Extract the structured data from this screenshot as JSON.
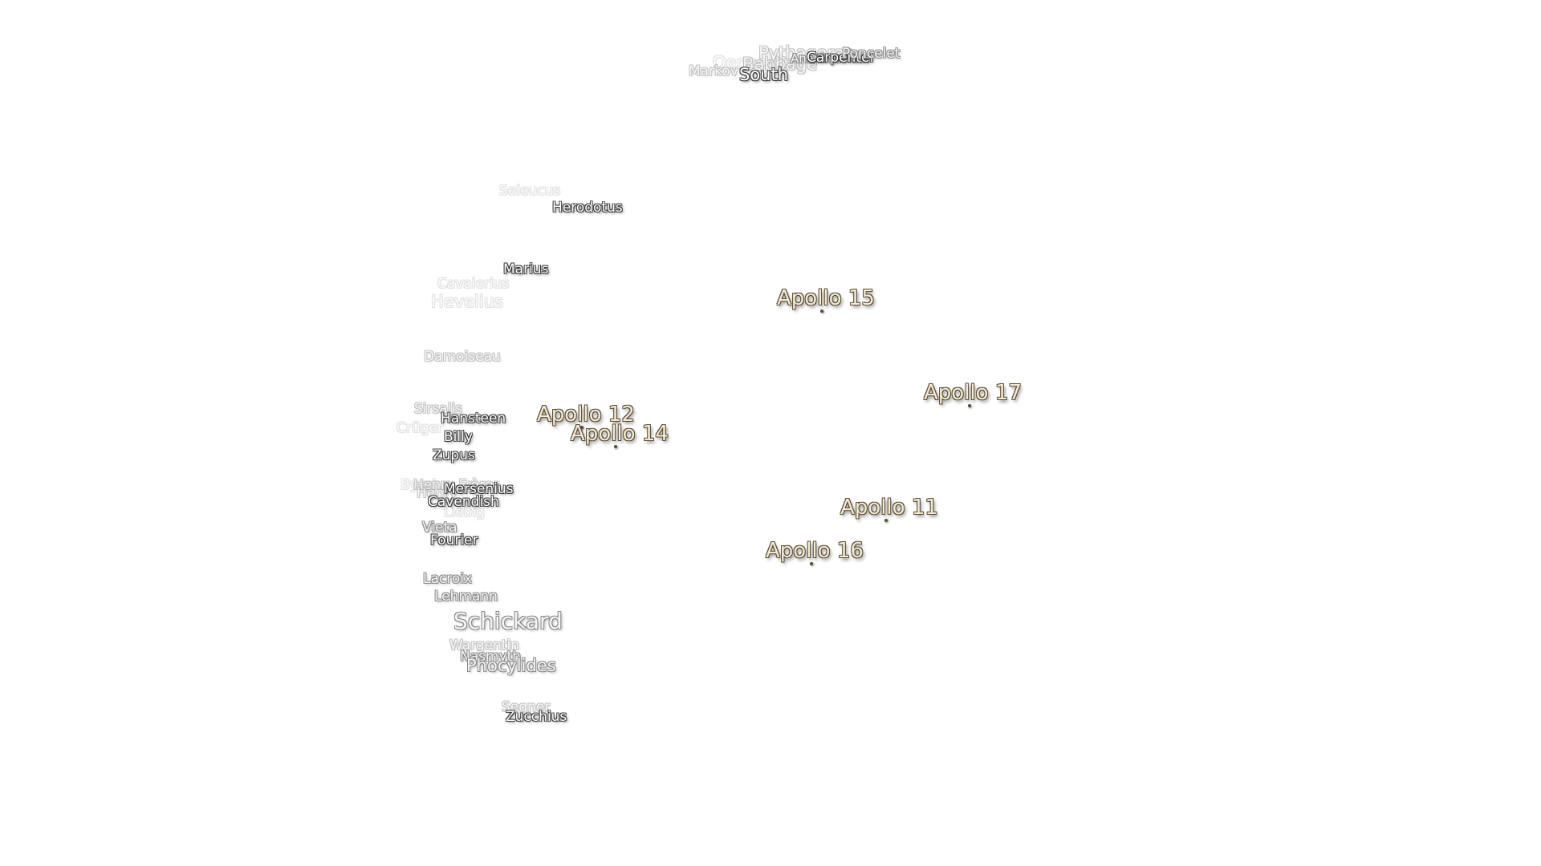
{
  "craters": [
    {
      "id": "pythagoras",
      "label": "Pythagoras",
      "fade": "f2"
    },
    {
      "id": "oenopides",
      "label": "Oenopides",
      "fade": "f3"
    },
    {
      "id": "babbage",
      "label": "Babbage",
      "fade": "f2"
    },
    {
      "id": "markov",
      "label": "Markov",
      "fade": "f2"
    },
    {
      "id": "south",
      "label": "South",
      "fade": ""
    },
    {
      "id": "anaximander",
      "label": "Anaximander",
      "fade": "f1"
    },
    {
      "id": "carpenter",
      "label": "Carpenter",
      "fade": ""
    },
    {
      "id": "poncelet",
      "label": "Poncelet",
      "fade": "f1"
    },
    {
      "id": "seleucus",
      "label": "Seleucus",
      "fade": "f3"
    },
    {
      "id": "herodotus",
      "label": "Herodotus",
      "fade": ""
    },
    {
      "id": "marius",
      "label": "Marius",
      "fade": ""
    },
    {
      "id": "cavalerius",
      "label": "Cavalerius",
      "fade": "f3"
    },
    {
      "id": "hevelius",
      "label": "Hevelius",
      "fade": "f3"
    },
    {
      "id": "damoiseau",
      "label": "Damoiseau",
      "fade": "f2"
    },
    {
      "id": "sirsalis",
      "label": "Sirsalis",
      "fade": "f2"
    },
    {
      "id": "hansteen",
      "label": "Hansteen",
      "fade": ""
    },
    {
      "id": "cruger",
      "label": "Crüger",
      "fade": "f3"
    },
    {
      "id": "billy",
      "label": "Billy",
      "fade": ""
    },
    {
      "id": "zupus",
      "label": "Zupus",
      "fade": ""
    },
    {
      "id": "byrgius",
      "label": "Byrgius",
      "fade": "f3"
    },
    {
      "id": "henry-freres",
      "label": "Henry Frères",
      "fade": "f2"
    },
    {
      "id": "henry",
      "label": "Henry",
      "fade": "f2"
    },
    {
      "id": "mersenius",
      "label": "Mersenius",
      "fade": ""
    },
    {
      "id": "cavendish",
      "label": "Cavendish",
      "fade": ""
    },
    {
      "id": "liebig",
      "label": "Liebig",
      "fade": "f3"
    },
    {
      "id": "vieta",
      "label": "Vieta",
      "fade": "f1"
    },
    {
      "id": "fourier",
      "label": "Fourier",
      "fade": ""
    },
    {
      "id": "lacroix",
      "label": "Lacroix",
      "fade": "f1"
    },
    {
      "id": "lehmann",
      "label": "Lehmann",
      "fade": "f1"
    },
    {
      "id": "schickard",
      "label": "Schickard",
      "fade": "f1"
    },
    {
      "id": "wargentin",
      "label": "Wargentin",
      "fade": "f2"
    },
    {
      "id": "nasmyth",
      "label": "Nasmyth",
      "fade": "f1"
    },
    {
      "id": "phocylides",
      "label": "Phocylides",
      "fade": "f1"
    },
    {
      "id": "segner",
      "label": "Segner",
      "fade": "f2"
    },
    {
      "id": "zucchius",
      "label": "Zucchius",
      "fade": ""
    }
  ],
  "apollo_sites": [
    {
      "id": "apollo-15",
      "label": "Apollo 15"
    },
    {
      "id": "apollo-17",
      "label": "Apollo 17"
    },
    {
      "id": "apollo-12",
      "label": "Apollo 12"
    },
    {
      "id": "apollo-14",
      "label": "Apollo 14"
    },
    {
      "id": "apollo-11",
      "label": "Apollo 11"
    },
    {
      "id": "apollo-16",
      "label": "Apollo 16"
    }
  ],
  "colors": {
    "background": "#ffffff",
    "apollo_text": "#f3ead6",
    "apollo_outline": "#5a4e36",
    "crater_text": "#ffffff",
    "crater_outline": "#3a3a3a"
  }
}
